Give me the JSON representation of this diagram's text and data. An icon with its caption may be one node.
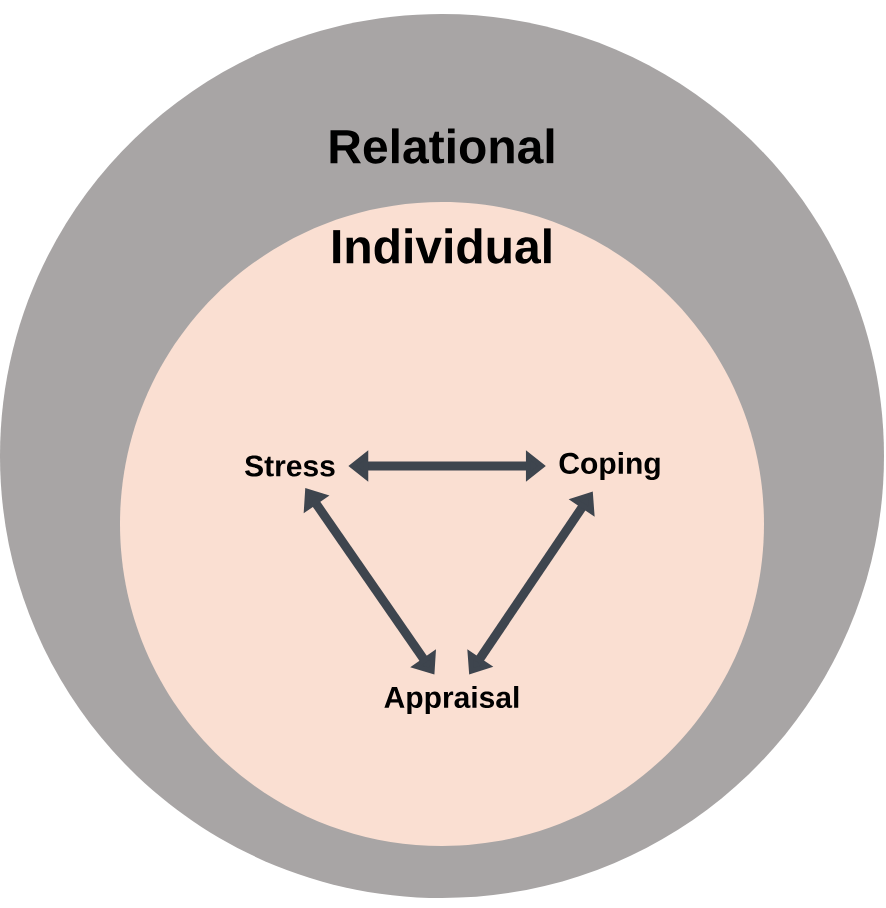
{
  "diagram": {
    "nodes": [
      {
        "text": [
          "Relational"
        ]
      },
      {
        "text": [
          "Individual"
        ],
        "in": 0
      },
      {
        "text": [
          "Stress"
        ],
        "in": 1
      },
      {
        "text": [
          "Coping"
        ],
        "in": 1
      },
      {
        "text": [
          "Appraisal"
        ],
        "in": 1
      }
    ],
    "edges": [
      {
        "from": 2,
        "to": 3,
        "arrow": "both"
      },
      {
        "from": 2,
        "to": 4,
        "arrow": "both"
      },
      {
        "from": 3,
        "to": 4,
        "arrow": "both"
      }
    ]
  }
}
